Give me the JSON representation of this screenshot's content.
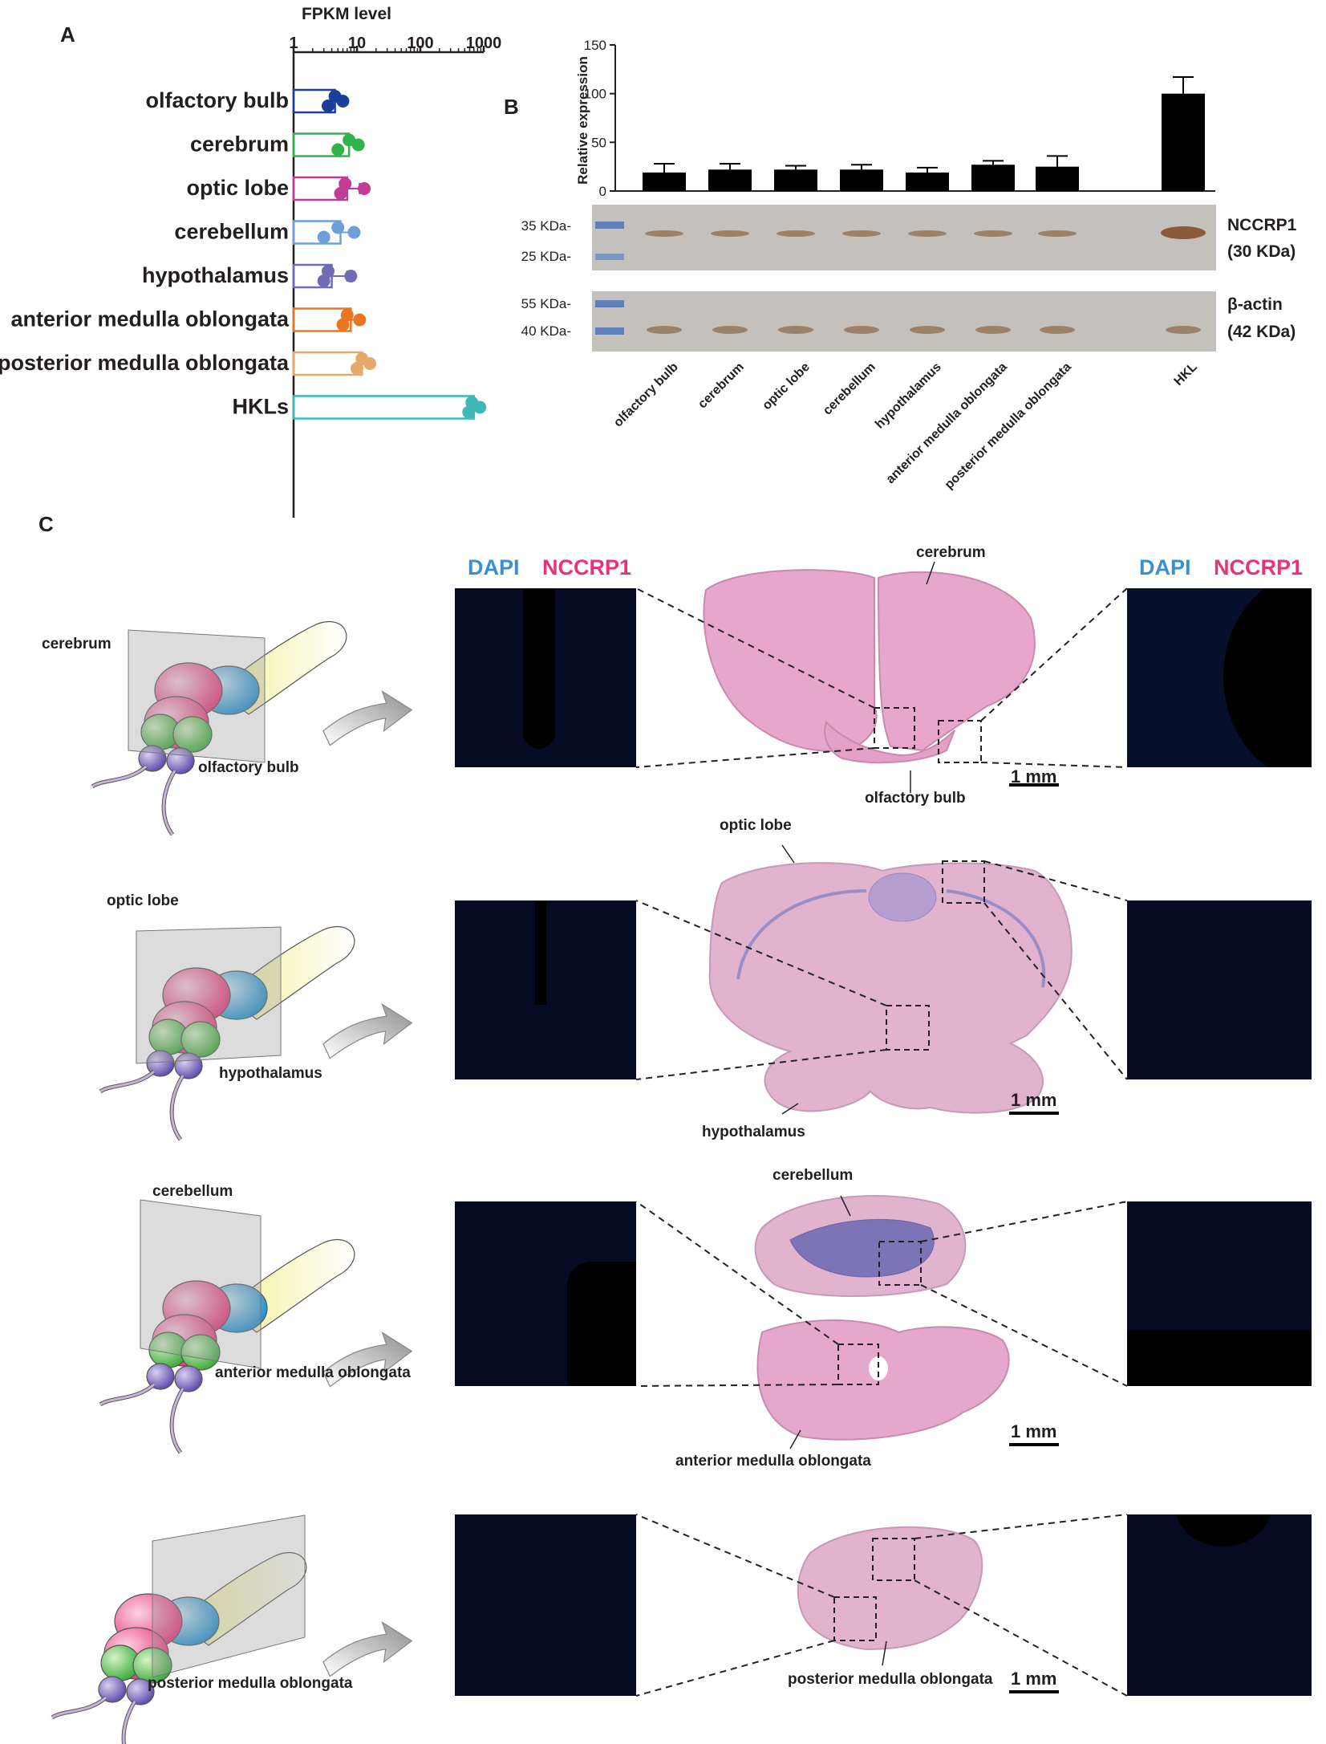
{
  "panels": {
    "a": "A",
    "b": "B",
    "c": "C"
  },
  "panel_a": {
    "axis_title": "FPKM level",
    "ticks": [
      "1",
      "10",
      "100",
      "1000"
    ]
  },
  "panel_b": {
    "ylabel": "Relative expression",
    "yticks": [
      "150",
      "100",
      "50",
      "0"
    ],
    "blot1": {
      "markers": [
        "35 KDa-",
        "25 KDa-"
      ],
      "label_line1": "NCCRP1",
      "label_line2": "(30 KDa)"
    },
    "blot2": {
      "markers": [
        "55 KDa-",
        "40 KDa-"
      ],
      "label_line1": "β-actin",
      "label_line2": "(42 KDa)"
    }
  },
  "chart_data": [
    {
      "type": "bar",
      "xlabel": "FPKM level",
      "ylabel": "",
      "xscale": "log",
      "xlim": [
        1,
        1000
      ],
      "orientation": "horizontal",
      "categories": [
        "olfactory bulb",
        "cerebrum",
        "optic lobe",
        "cerebellum",
        "hypothalamus",
        "anterior medulla oblongata",
        "posterior medulla oblongata",
        "HKLs"
      ],
      "values": [
        4.5,
        7.5,
        7.0,
        5.5,
        4.0,
        8.0,
        12.0,
        700
      ],
      "errors": [
        1.5,
        2.5,
        4.0,
        3.0,
        3.0,
        3.0,
        4.0,
        150
      ],
      "points": [
        [
          3.5,
          4.5,
          6.0
        ],
        [
          5.0,
          7.5,
          10.5
        ],
        [
          5.5,
          6.5,
          13.0
        ],
        [
          3.0,
          5.0,
          9.0
        ],
        [
          3.0,
          3.5,
          8.0
        ],
        [
          6.0,
          7.0,
          11.0
        ],
        [
          10.0,
          12.0,
          16.0
        ],
        [
          580,
          650,
          870
        ]
      ],
      "colors": [
        "#1a3f9a",
        "#2fb34a",
        "#c23b97",
        "#6f9fd8",
        "#6f6bb5",
        "#ea7624",
        "#e6a96b",
        "#3fb8b8"
      ]
    },
    {
      "type": "bar",
      "ylabel": "Relative expression",
      "xlabel": "",
      "ylim": [
        0,
        150
      ],
      "categories": [
        "olfactory bulb",
        "cerebrum",
        "optic lobe",
        "cerebellum",
        "hypothalamus",
        "anterior medulla oblongata",
        "posterior medulla oblongata",
        "HKL"
      ],
      "values": [
        19,
        22,
        22,
        22,
        19,
        27,
        25,
        100
      ],
      "errors": [
        9,
        6,
        4,
        5,
        5,
        4,
        11,
        17
      ]
    }
  ],
  "panel_c": {
    "stain_dapi": "DAPI",
    "stain_nccrp1": "NCCRP1",
    "scale_bar": "1 mm",
    "rows": [
      {
        "diagram_labels": [
          "cerebrum",
          "olfactory bulb"
        ],
        "section_labels": [
          "cerebrum",
          "olfactory bulb"
        ]
      },
      {
        "diagram_labels": [
          "optic lobe",
          "hypothalamus"
        ],
        "section_labels": [
          "optic lobe",
          "hypothalamus"
        ]
      },
      {
        "diagram_labels": [
          "cerebellum",
          "anterior medulla oblongata"
        ],
        "section_labels": [
          "cerebellum",
          "anterior medulla oblongata"
        ]
      },
      {
        "diagram_labels": [
          "posterior medulla oblongata"
        ],
        "section_labels": [
          "posterior medulla oblongata"
        ]
      }
    ]
  }
}
